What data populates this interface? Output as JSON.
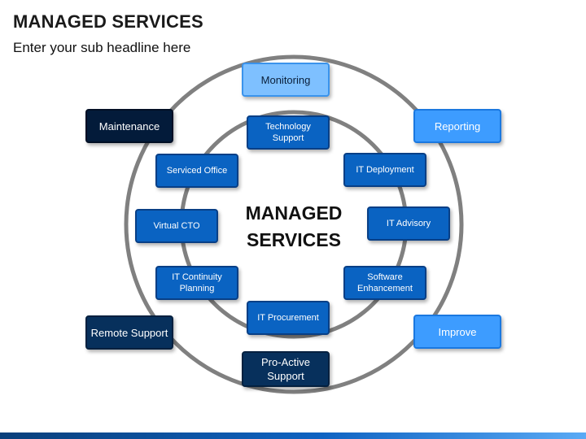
{
  "header": {
    "title": "MANAGED SERVICES",
    "subtitle": "Enter your sub headline here"
  },
  "diagram": {
    "center_label": "MANAGED SERVICES",
    "inner_items": [
      "Technology Support",
      "IT Deployment",
      "IT Advisory",
      "Software Enhancement",
      "IT Procurement",
      "IT Continuity Planning",
      "Virtual CTO",
      "Serviced Office"
    ],
    "outer_items": [
      "Monitoring",
      "Reporting",
      "Improve",
      "Pro-Active Support",
      "Remote Support",
      "Maintenance"
    ]
  },
  "colors": {
    "inner_box": "#0a63c2",
    "outer_light": "#7ec0ff",
    "outer_mid": "#3d9cff",
    "outer_dark": "#07305c",
    "outer_darkest": "#031b3a",
    "ring": "#808080"
  }
}
